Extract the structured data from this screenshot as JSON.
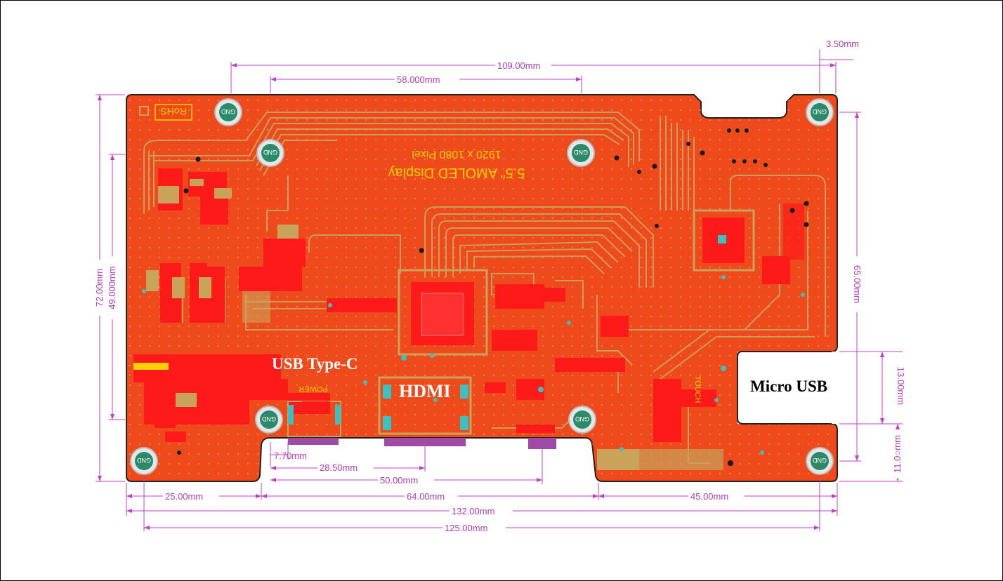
{
  "board": {
    "silkscreen_rohs": "RoHS",
    "silkscreen_title": "5.5\" AMOLED Display",
    "silkscreen_resolution": "1920 x 1080 Pixel",
    "silkscreen_power": "POWER",
    "silkscreen_touch": "TOUCH",
    "gnd_label": "GND",
    "colors": {
      "pcb": "#ee4a1c",
      "copper": "#c9a35a",
      "pad": "#ff1a1a",
      "gnd": "#2a8a6a",
      "dimension": "#c040c8"
    }
  },
  "callouts": {
    "usb_type_c": "USB Type-C",
    "hdmi": "HDMI",
    "micro_usb": "Micro USB"
  },
  "dimensions": {
    "top_3_50": "3.50mm",
    "top_109": "109.00mm",
    "top_58": "58.000mm",
    "left_72": "72.00mm",
    "left_49": "49.000mm",
    "right_65": "65.00mm",
    "right_13": "13.00mm",
    "right_11": "11.0○mm",
    "bot_7_70": "7.70mm",
    "bot_28_50": "28.50mm",
    "bot_50": "50.00mm",
    "bot_25": "25.00mm",
    "bot_64": "64.00mm",
    "bot_45": "45.00mm",
    "bot_132": "132.00mm",
    "bot_125": "125.00mm"
  }
}
